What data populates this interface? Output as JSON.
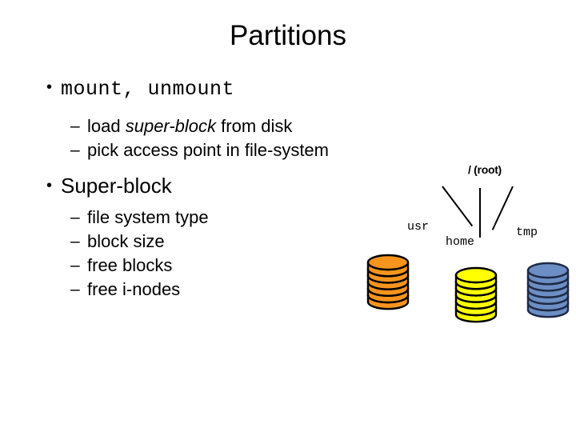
{
  "slide": {
    "title": "Partitions",
    "background_color": "#ffffff",
    "text_color": "#000000"
  },
  "content": {
    "bullets": [
      {
        "marker": "•",
        "text": "mount, unmount",
        "style": "mono",
        "subitems": [
          {
            "marker": "–",
            "parts": [
              {
                "text": "load ",
                "italic": false
              },
              {
                "text": "super-block",
                "italic": true
              },
              {
                "text": " from disk",
                "italic": false
              }
            ]
          },
          {
            "marker": "–",
            "parts": [
              {
                "text": "pick access point in file-system",
                "italic": false
              }
            ]
          }
        ]
      },
      {
        "marker": "•",
        "text": "Super-block",
        "style": "sans",
        "subitems": [
          {
            "marker": "–",
            "parts": [
              {
                "text": "file system type",
                "italic": false
              }
            ]
          },
          {
            "marker": "–",
            "parts": [
              {
                "text": "block size",
                "italic": false
              }
            ]
          },
          {
            "marker": "–",
            "parts": [
              {
                "text": "free blocks",
                "italic": false
              }
            ]
          },
          {
            "marker": "–",
            "parts": [
              {
                "text": "free i-nodes",
                "italic": false
              }
            ]
          }
        ]
      }
    ]
  },
  "diagram": {
    "root": {
      "label": "/ (root)"
    },
    "children": [
      {
        "label": "usr",
        "disk_color": "#f7941e",
        "disk_outline": "#000000"
      },
      {
        "label": "home",
        "disk_color": "#ffff00",
        "disk_outline": "#000000"
      },
      {
        "label": "tmp",
        "disk_color": "#6b8ec4",
        "disk_outline": "#1f2a44"
      }
    ],
    "disk_platters": 6
  }
}
